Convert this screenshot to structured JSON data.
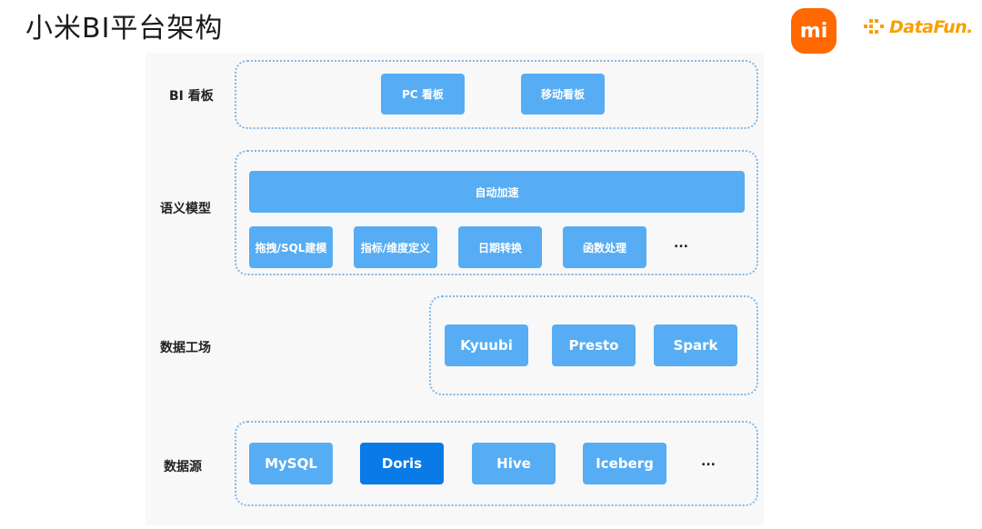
{
  "title": "小米BI平台架构",
  "logos": {
    "mi": "mi",
    "datafun": "DataFun."
  },
  "layers": {
    "bi": {
      "label": "BI 看板",
      "items": [
        "PC 看板",
        "移动看板"
      ]
    },
    "semantic": {
      "label": "语义模型",
      "top": "自动加速",
      "items": [
        "拖拽/SQL建模",
        "指标/维度定义",
        "日期转换",
        "函数处理"
      ],
      "more": "..."
    },
    "factory": {
      "label": "数据工场",
      "items": [
        "Kyuubi",
        "Presto",
        "Spark"
      ]
    },
    "source": {
      "label": "数据源",
      "items": [
        "MySQL",
        "Doris",
        "Hive",
        "Iceberg"
      ],
      "more": "..."
    }
  },
  "colors": {
    "chip": "#57adf3",
    "chip_highlight": "#0a7ae6",
    "border": "#7fb7e8",
    "mi_brand": "#ff6900",
    "datafun_brand": "#f7a000"
  }
}
